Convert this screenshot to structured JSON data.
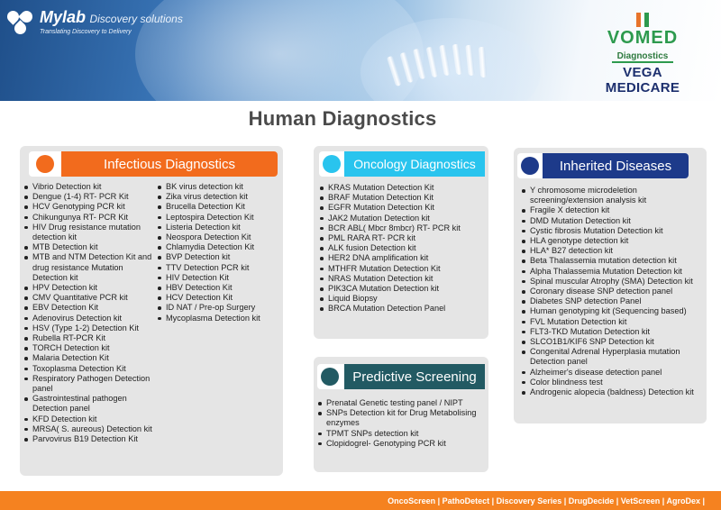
{
  "header": {
    "brand": {
      "name": "Mylab",
      "subtitle": "Discovery solutions",
      "tagline": "Translating Discovery to Delivery"
    },
    "partner": {
      "logo_text": "VOMED",
      "logo_sub": "Diagnostics",
      "name": "VEGA MEDICARE"
    }
  },
  "title": "Human Diagnostics",
  "colors": {
    "orange": "#f26b1d",
    "cyan": "#29c4ee",
    "navy": "#1d3a8a",
    "teal": "#225a63",
    "footer": "#f58220"
  },
  "sections": {
    "infectious": {
      "title": "Infectious Diagnostics",
      "col1": [
        "Vibrio Detection kit",
        "Dengue (1-4) RT- PCR Kit",
        "HCV Genotyping PCR kit",
        "Chikungunya RT- PCR  Kit",
        "HIV Drug resistance mutation detection kit",
        "MTB Detection kit",
        "MTB and NTM Detection Kit and drug resistance Mutation Detection kit",
        "HPV Detection kit",
        "CMV Quantitative PCR kit",
        "EBV Detection Kit",
        "Adenovirus Detection kit",
        "HSV (Type 1-2) Detection Kit",
        "Rubella RT-PCR Kit",
        "TORCH Detection  kit",
        "Malaria Detection Kit",
        "Toxoplasma Detection Kit",
        "Respiratory Pathogen Detection panel",
        "Gastrointestinal pathogen Detection panel",
        "KFD Detection kit",
        "MRSA( S. aureous) Detection kit",
        "Parvovirus B19 Detection Kit"
      ],
      "col2": [
        "BK virus detection kit",
        "Zika virus detection kit",
        "Brucella Detection Kit",
        "Leptospira Detection Kit",
        "Listeria Detection kit",
        "Neospora Detection Kit",
        "Chlamydia Detection Kit",
        "BVP Detection kit",
        "TTV Detection PCR kit",
        "HIV Detection Kit",
        "HBV Detection Kit",
        "HCV Detection Kit",
        "ID NAT / Pre-op Surgery",
        "Mycoplasma Detection kit"
      ]
    },
    "oncology": {
      "title": "Oncology Diagnostics",
      "items": [
        "KRAS Mutation Detection Kit",
        "BRAF Mutation Detection Kit",
        "EGFR Mutation Detection Kit",
        "JAK2 Mutation Detection kit",
        "BCR ABL( Mbcr 8mbcr) RT- PCR kit",
        "PML RARA RT- PCR kit",
        "ALK fusion Detection kit",
        "HER2 DNA amplification kit",
        "MTHFR Mutation Detection Kit",
        "NRAS Mutation Detection kit",
        "PIK3CA Mutation Detection kit",
        "Liquid Biopsy",
        "BRCA Mutation Detection Panel"
      ]
    },
    "predictive": {
      "title": "Predictive Screening",
      "items": [
        "Prenatal Genetic testing panel / NIPT",
        "SNPs Detection kit for Drug Metabolising enzymes",
        "TPMT SNPs detection kit",
        "Clopidogrel- Genotyping PCR kit"
      ]
    },
    "inherited": {
      "title": "Inherited Diseases",
      "items": [
        "Y chromosome microdeletion screening/extension analysis kit",
        "Fragile X detection kit",
        "DMD Mutation Detection kit",
        "Cystic fibrosis Mutation Detection kit",
        "HLA genotype detection kit",
        "HLA* B27 detection kit",
        "Beta Thalassemia mutation detection kit",
        "Alpha Thalassemia Mutation Detection kit",
        "Spinal muscular Atrophy (SMA) Detection kit",
        "Coronary disease SNP detection panel",
        "Diabetes SNP detection Panel",
        "Human genotyping kit (Sequencing based)",
        "FVL Mutation Detection kit",
        "FLT3-TKD Mutation Detection kit",
        "SLCO1B1/KIF6  SNP Detection kit",
        "Congenital Adrenal Hyperplasia mutation Detection panel",
        "Alzheimer's disease detection panel",
        "Color blindness test",
        "Androgenic alopecia (baldness) Detection kit"
      ]
    }
  },
  "footer": "OncoScreen | PathoDetect | Discovery Series | DrugDecide | VetScreen | AgroDex |"
}
